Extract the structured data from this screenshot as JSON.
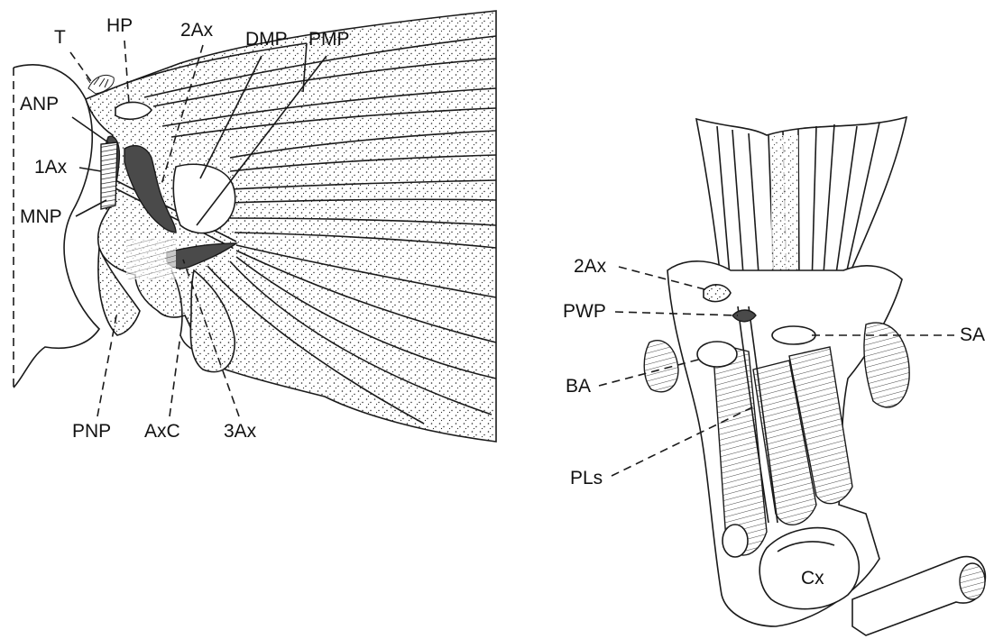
{
  "figure": {
    "wing_base": {
      "labels": {
        "t": "T",
        "hp": "HP",
        "ax2": "2Ax",
        "dmp": "DMP",
        "pmp": "PMP",
        "anp": "ANP",
        "ax1": "1Ax",
        "mnp": "MNP",
        "pnp": "PNP",
        "axc": "AxC",
        "ax3": "3Ax"
      }
    },
    "pleural_view": {
      "labels": {
        "ax2": "2Ax",
        "pwp": "PWP",
        "sa": "SA",
        "ba": "BA",
        "pls": "PLs",
        "cx": "Cx"
      }
    }
  }
}
